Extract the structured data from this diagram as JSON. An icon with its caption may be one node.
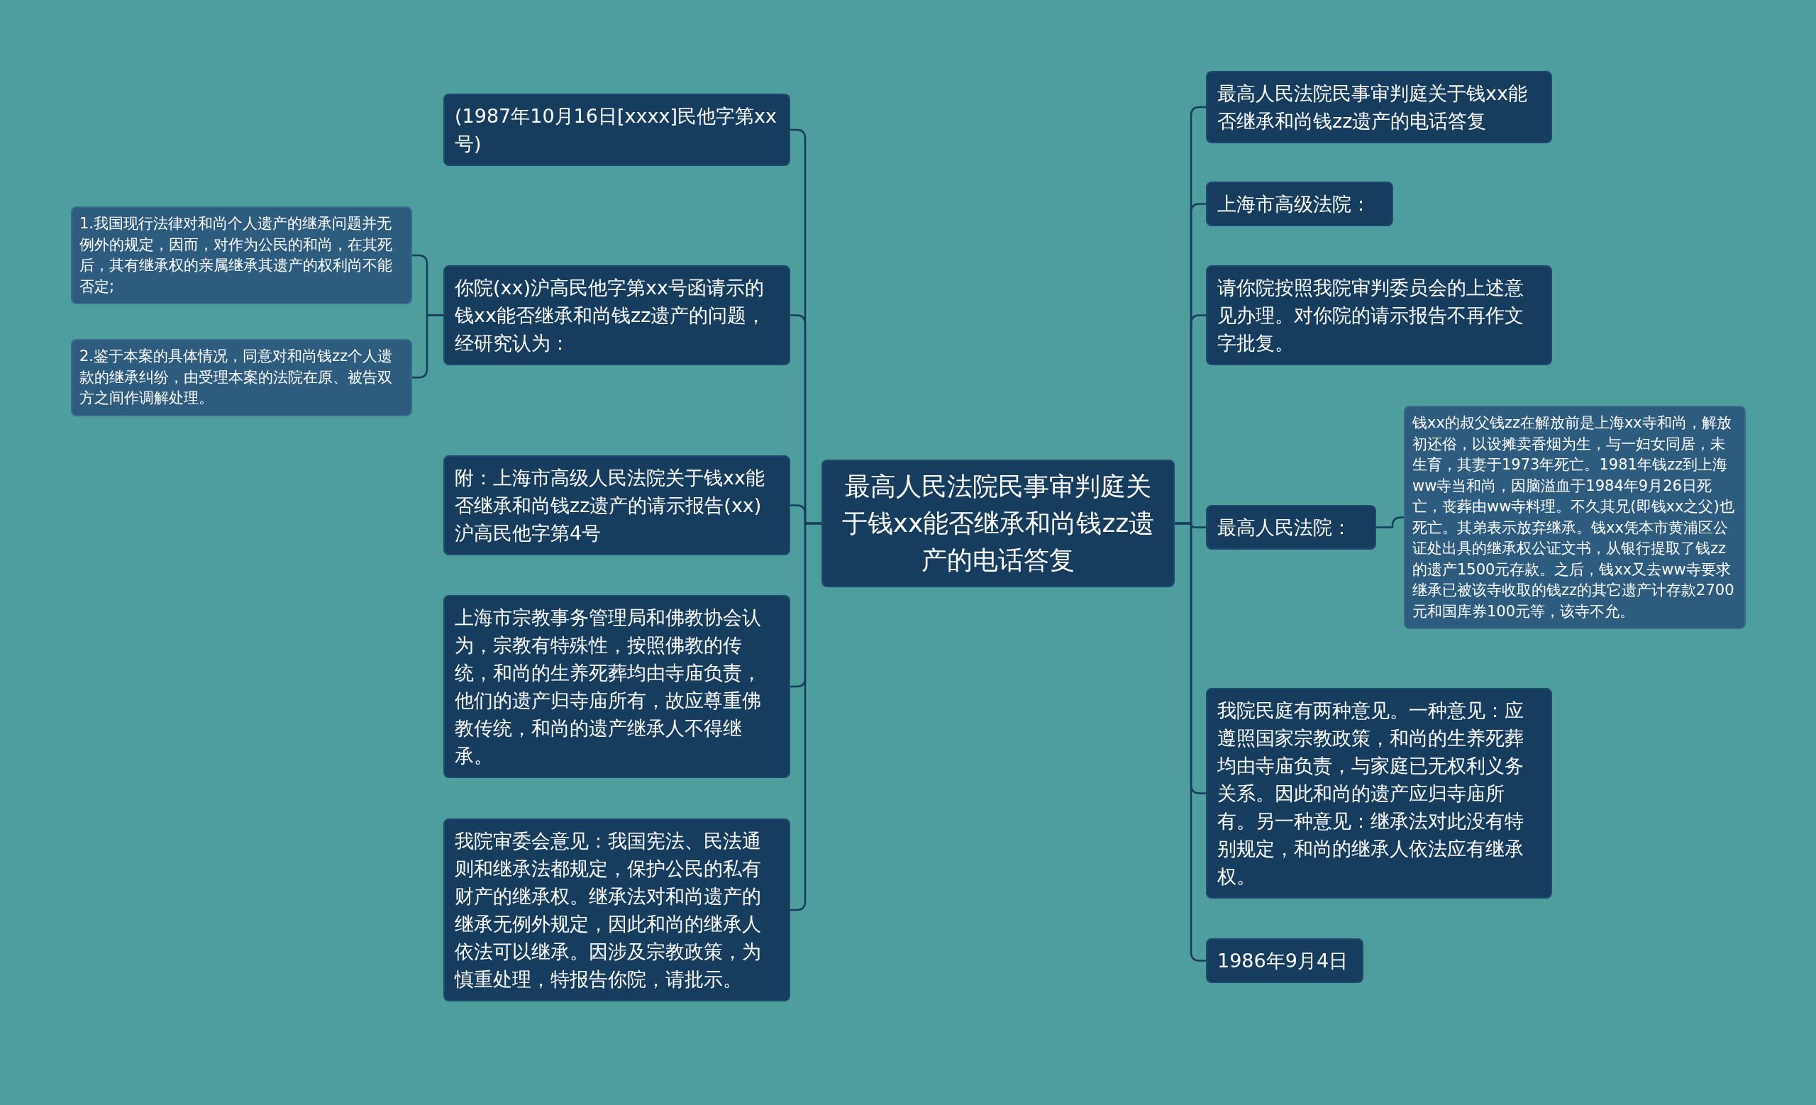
{
  "diagram": {
    "nodes": [
      {
        "text": [
          "最高人民法院民事审判庭关于钱xx能否继承和尚钱zz遗产的电话答复"
        ]
      },
      {
        "text": [
          "(1987年10月16日[xxxx]民他字第xx号)"
        ]
      },
      {
        "text": [
          "你院(xx)沪高民他字第xx号函请示的钱xx能否继承和尚钱zz遗产的问题，经研究认为："
        ]
      },
      {
        "text": [
          "附：上海市高级人民法院关于钱xx能否继承和尚钱zz遗产的请示报告(xx)沪高民他字第4号"
        ]
      },
      {
        "text": [
          "上海市宗教事务管理局和佛教协会认为，宗教有特殊性，按照佛教的传统，和尚的生养死葬均由寺庙负责，他们的遗产归寺庙所有，故应尊重佛教传统，和尚的遗产继承人不得继承。"
        ]
      },
      {
        "text": [
          "我院审委会意见：我国宪法、民法通则和继承法都规定，保护公民的私有财产的继承权。继承法对和尚遗产的继承无例外规定，因此和尚的继承人依法可以继承。因涉及宗教政策，为慎重处理，特报告你院，请批示。"
        ]
      },
      {
        "text": [
          "1.我国现行法律对和尚个人遗产的继承问题并无例外的规定，因而，对作为公民的和尚，在其死后，其有继承权的亲属继承其遗产的权利尚不能否定;"
        ]
      },
      {
        "text": [
          "2.鉴于本案的具体情况，同意对和尚钱zz个人遗款的继承纠纷，由受理本案的法院在原、被告双方之间作调解处理。"
        ]
      },
      {
        "text": [
          "最高人民法院民事审判庭关于钱xx能否继承和尚钱zz遗产的电话答复"
        ]
      },
      {
        "text": [
          "上海市高级法院："
        ]
      },
      {
        "text": [
          "请你院按照我院审判委员会的上述意见办理。对你院的请示报告不再作文字批复。"
        ]
      },
      {
        "text": [
          "最高人民法院："
        ]
      },
      {
        "text": [
          "钱xx的叔父钱zz在解放前是上海xx寺和尚，解放初还俗，以设摊卖香烟为生，与一妇女同居，未生育，其妻于1973年死亡。1981年钱zz到上海ww寺当和尚，因脑溢血于1984年9月26日死亡，丧葬由ww寺料理。不久其兄(即钱xx之父)也死亡。其弟表示放弃继承。钱xx凭本市黄浦区公证处出具的继承权公证文书，从银行提取了钱zz的遗产1500元存款。之后，钱xx又去ww寺要求继承已被该寺收取的钱zz的其它遗产计存款2700元和国库券100元等，该寺不允。"
        ]
      },
      {
        "text": [
          "我院民庭有两种意见。一种意见：应遵照国家宗教政策，和尚的生养死葬均由寺庙负责，与家庭已无权利义务关系。因此和尚的遗产应归寺庙所有。另一种意见：继承法对此没有特别规定，和尚的继承人依法应有继承权。"
        ]
      },
      {
        "text": [
          "1986年9月4日"
        ]
      }
    ],
    "edges": [
      {
        "from": 0,
        "to": 1,
        "arrow": "none"
      },
      {
        "from": 0,
        "to": 2,
        "arrow": "none"
      },
      {
        "from": 0,
        "to": 3,
        "arrow": "none"
      },
      {
        "from": 0,
        "to": 4,
        "arrow": "none"
      },
      {
        "from": 0,
        "to": 5,
        "arrow": "none"
      },
      {
        "from": 2,
        "to": 6,
        "arrow": "none"
      },
      {
        "from": 2,
        "to": 7,
        "arrow": "none"
      },
      {
        "from": 0,
        "to": 8,
        "arrow": "none"
      },
      {
        "from": 0,
        "to": 9,
        "arrow": "none"
      },
      {
        "from": 0,
        "to": 10,
        "arrow": "none"
      },
      {
        "from": 0,
        "to": 11,
        "arrow": "none"
      },
      {
        "from": 11,
        "to": 12,
        "arrow": "none"
      },
      {
        "from": 0,
        "to": 13,
        "arrow": "none"
      },
      {
        "from": 0,
        "to": 14,
        "arrow": "none"
      }
    ]
  }
}
